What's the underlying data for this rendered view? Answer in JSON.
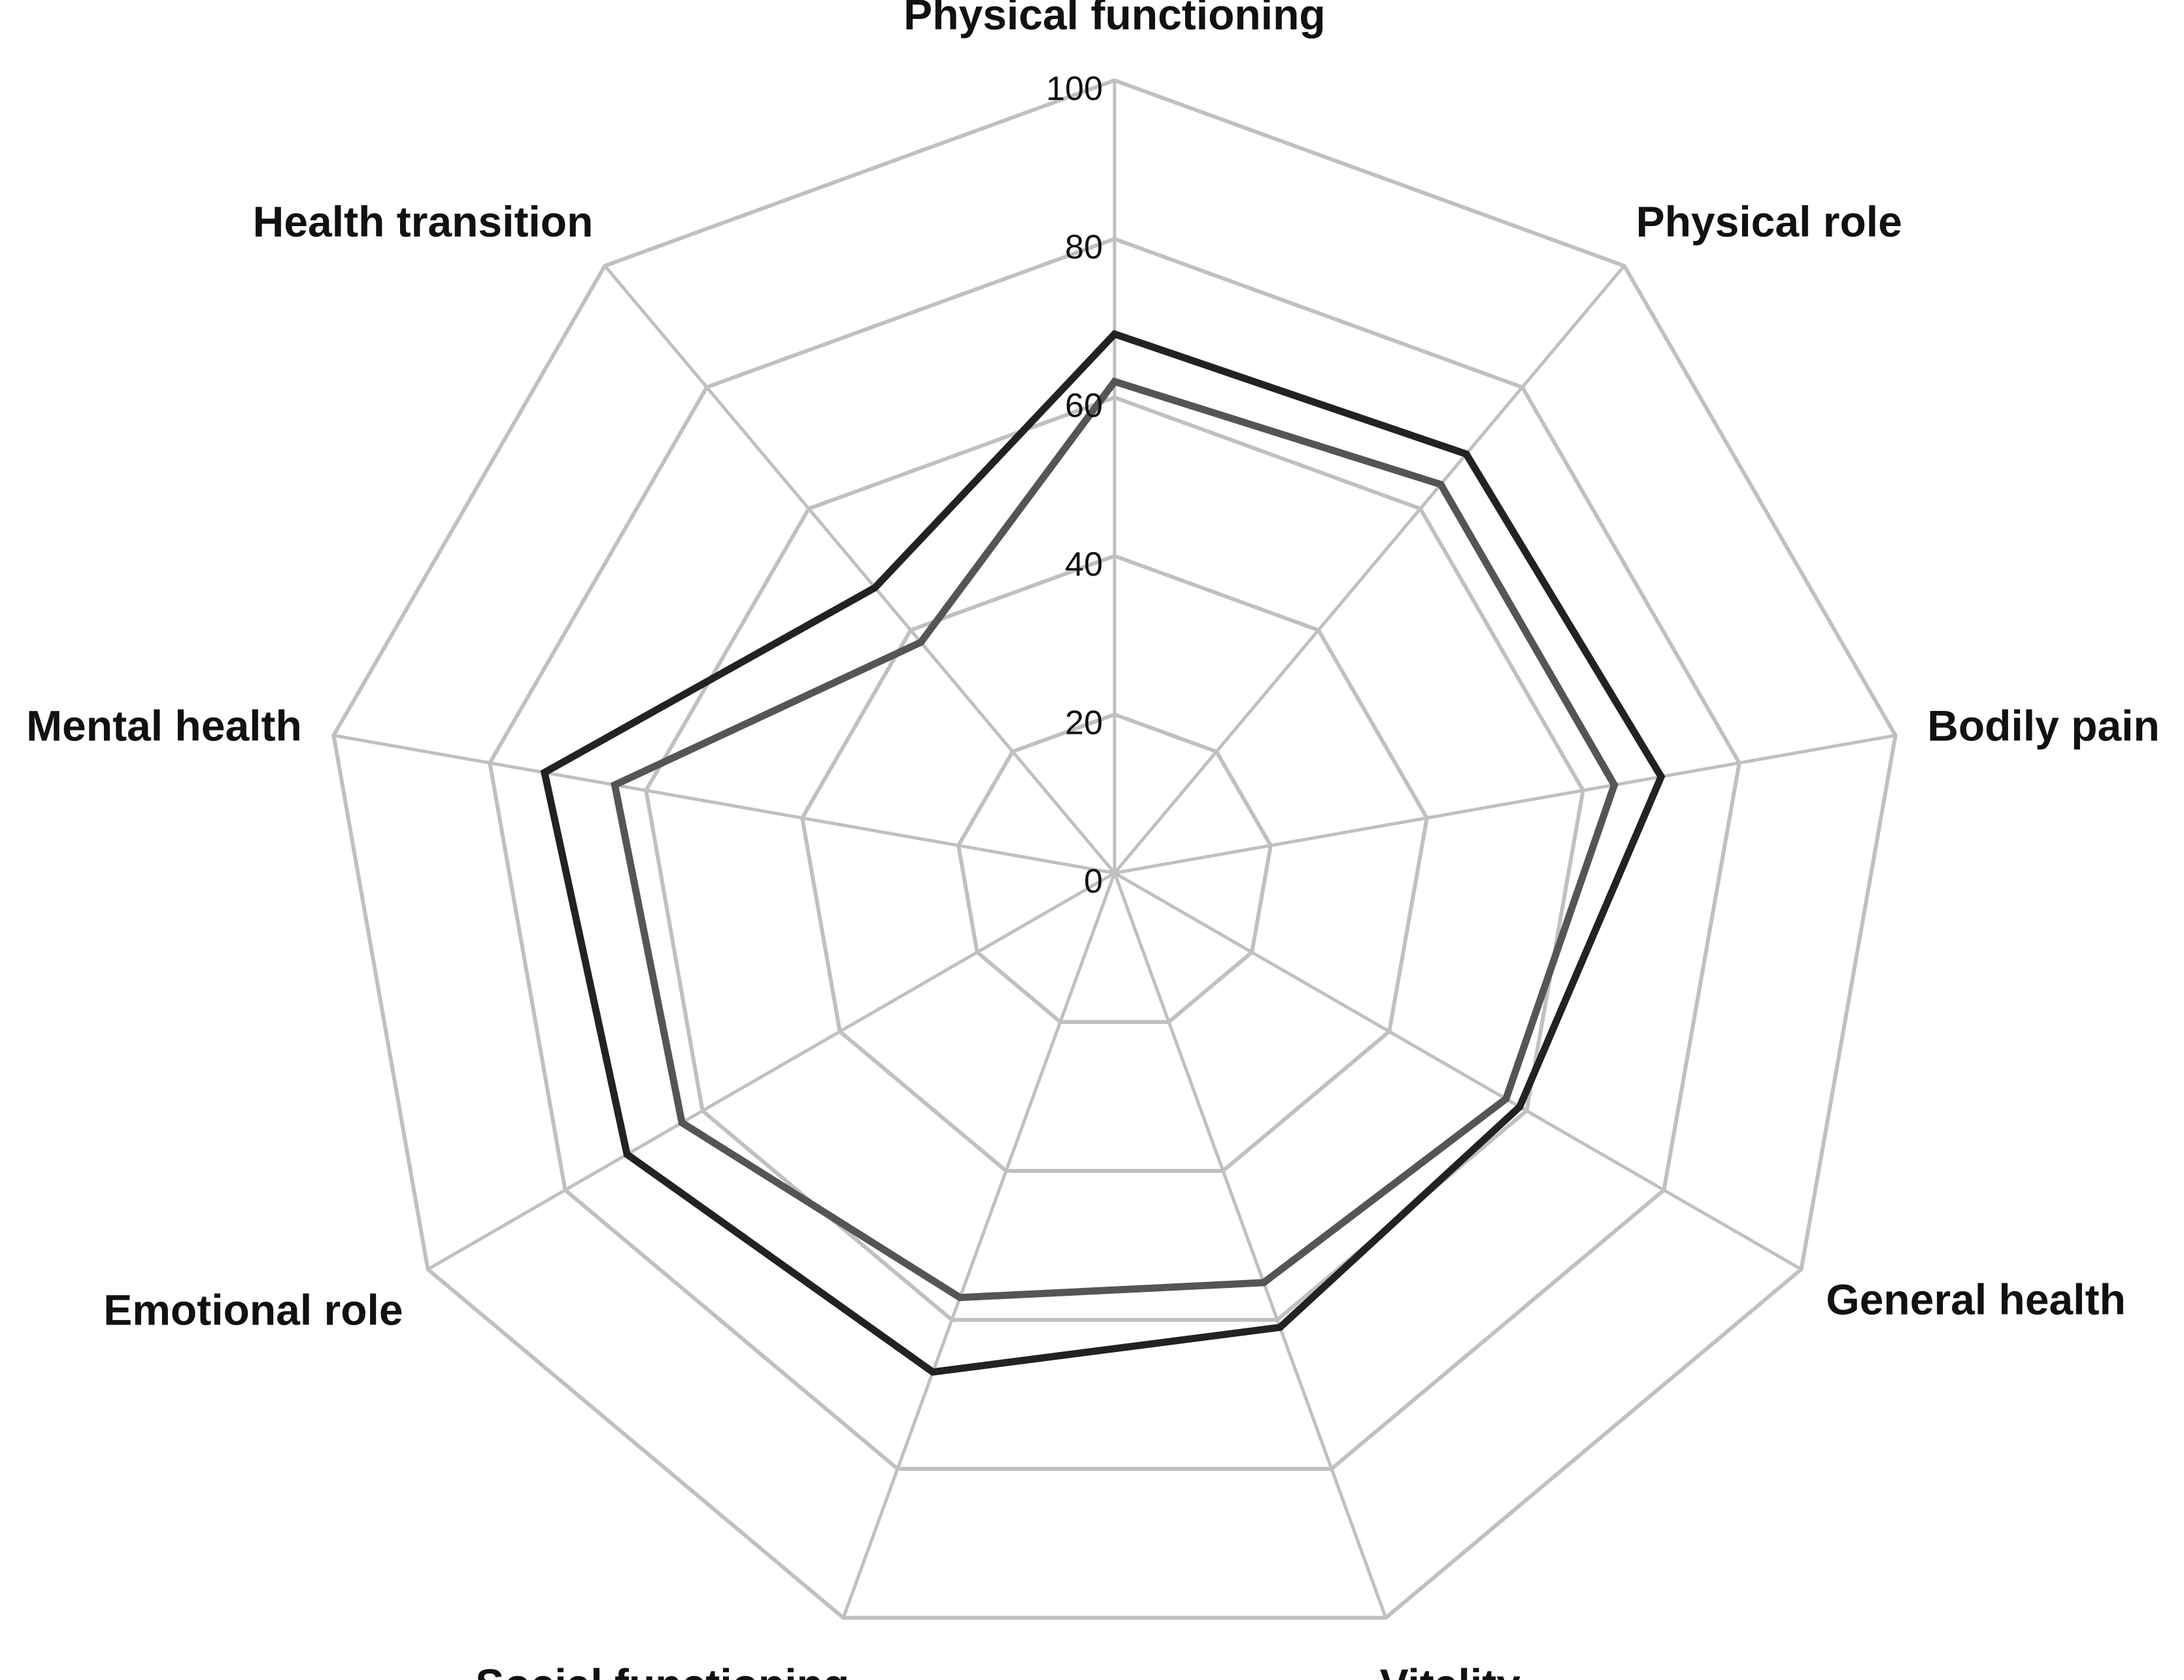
{
  "chart_data": {
    "type": "radar",
    "categories": [
      "Physical functioning",
      "Physical role",
      "Bodily pain",
      "General health",
      "Vitality",
      "Social functioning",
      "Emotional role",
      "Mental health",
      "Health transition"
    ],
    "rlim": [
      0,
      100
    ],
    "ticks": [
      "0",
      "20",
      "40",
      "60",
      "80",
      "100"
    ],
    "grid": true,
    "legend": "none",
    "series": [
      {
        "values": [
          68,
          69,
          70,
          59,
          61,
          67,
          71,
          73,
          47
        ],
        "color": "#222222"
      },
      {
        "values": [
          62,
          64,
          64,
          57,
          55,
          57,
          63,
          64,
          38
        ],
        "color": "#555555"
      }
    ]
  }
}
